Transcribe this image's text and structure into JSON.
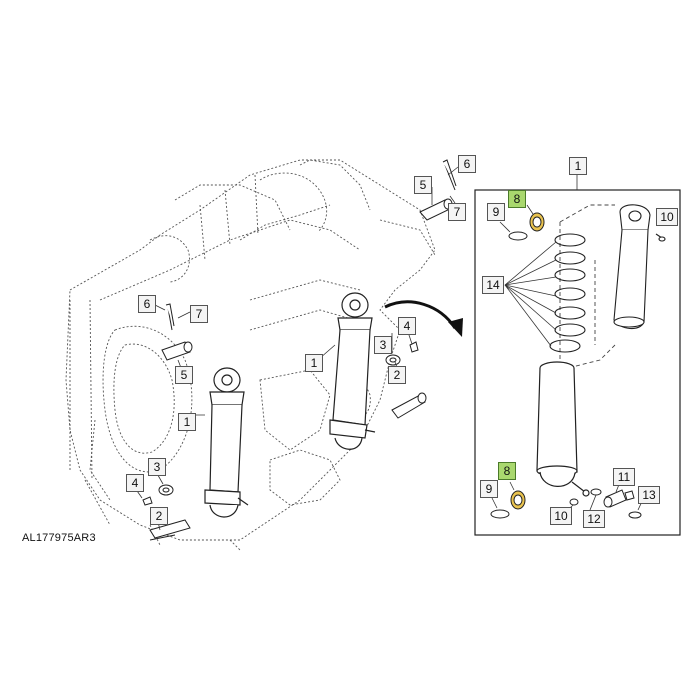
{
  "figure_id": "AL177975AR3",
  "callouts": {
    "c6_top": "6",
    "c5_top": "5",
    "c7_top": "7",
    "c6_left": "6",
    "c7_left": "7",
    "c5_left": "5",
    "c1_mid": "1",
    "c4_mid": "4",
    "c3_mid": "3",
    "c2_mid": "2",
    "c1_left": "1",
    "c3_left": "3",
    "c4_left": "4",
    "c2_left": "2",
    "d1": "1",
    "d9_top": "9",
    "d8_top": "8",
    "d10_top": "10",
    "d14": "14",
    "d8_bot": "8",
    "d9_bot": "9",
    "d10_bot": "10",
    "d11": "11",
    "d12": "12",
    "d13": "13"
  },
  "colors": {
    "line": "#333333",
    "highlight": "#a9d86e",
    "callout_bg": "#f4f4f4",
    "arrow": "#111111"
  }
}
